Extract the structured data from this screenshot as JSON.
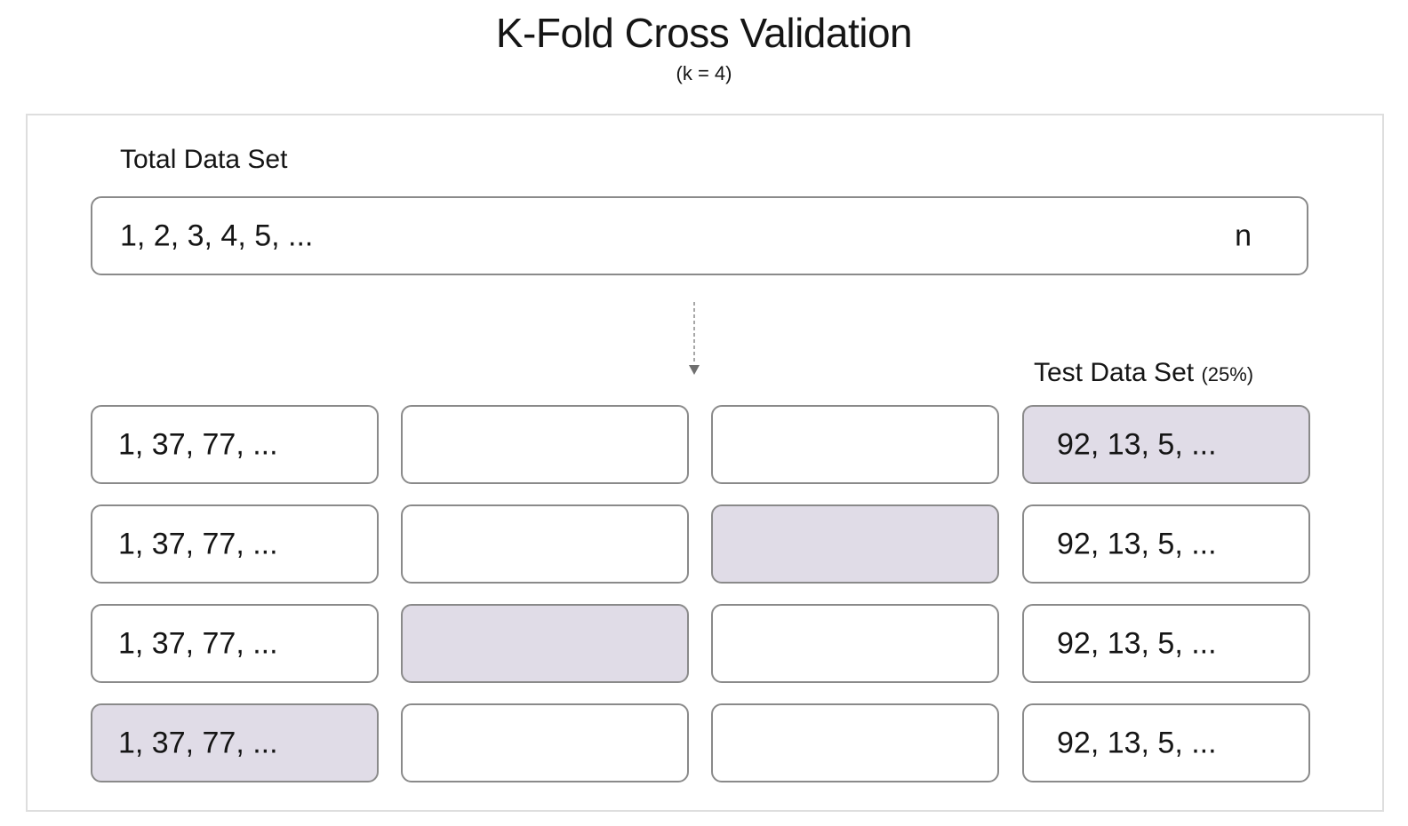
{
  "title": "K-Fold Cross Validation",
  "subtitle": "(k = 4)",
  "total": {
    "label": "Total Data Set",
    "values": "1, 2, 3, 4, 5, ...",
    "end": "n"
  },
  "test_label": {
    "text": "Test Data Set",
    "percent": "(25%)"
  },
  "colors": {
    "test_fold": "#e0dce7",
    "border": "#8a8a8a",
    "frame": "#dedede"
  },
  "folds": [
    {
      "c1": "1, 37, 77, ...",
      "c2": "",
      "c3": "",
      "c4": "92, 13, 5, ...",
      "test_index": 4
    },
    {
      "c1": "1, 37, 77, ...",
      "c2": "",
      "c3": "",
      "c4": "92, 13, 5, ...",
      "test_index": 3
    },
    {
      "c1": "1, 37, 77, ...",
      "c2": "",
      "c3": "",
      "c4": "92, 13, 5, ...",
      "test_index": 2
    },
    {
      "c1": "1, 37, 77, ...",
      "c2": "",
      "c3": "",
      "c4": "92, 13, 5, ...",
      "test_index": 1
    }
  ]
}
